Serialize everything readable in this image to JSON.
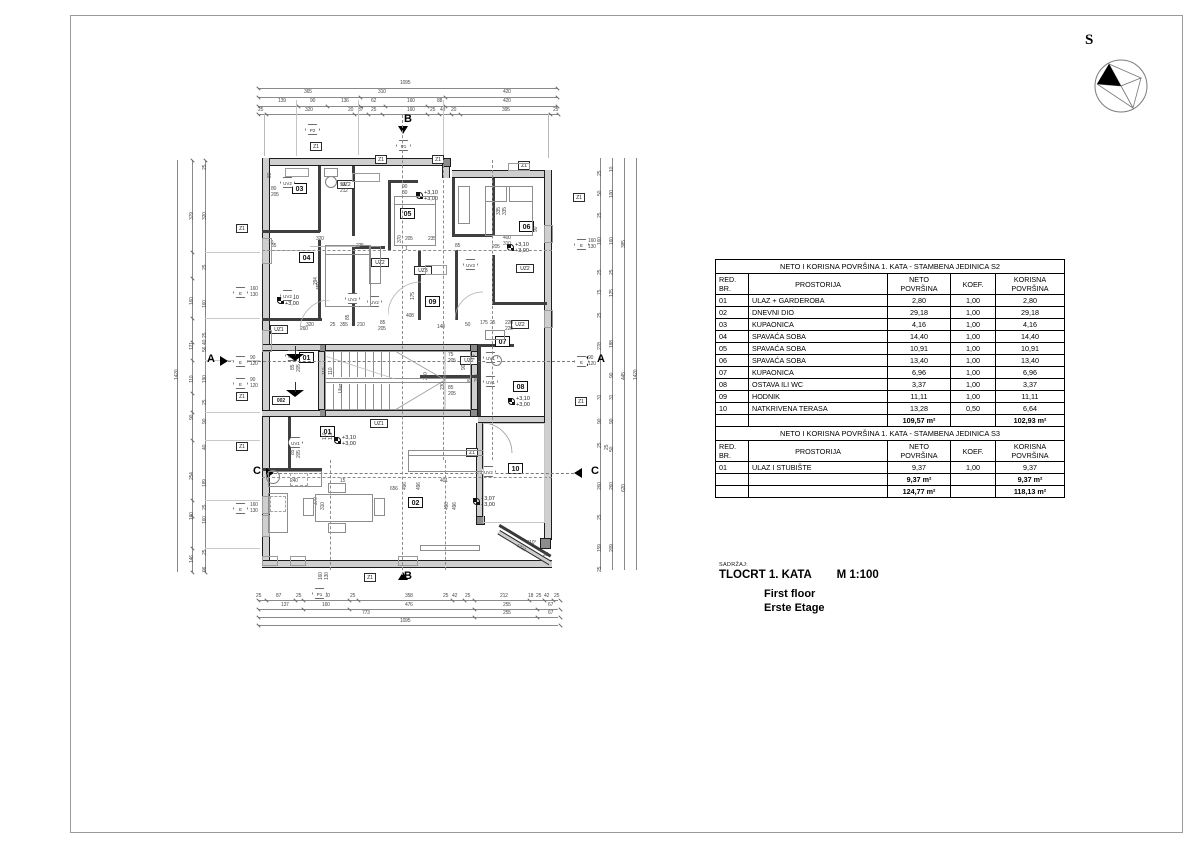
{
  "sheet": {
    "north_label": "S",
    "north_icon": "compass-rose-icon"
  },
  "title_block": {
    "sadrzaj_label": "SADRŽAJ:",
    "title": "TLOCRT 1. KATA",
    "scale": "M 1:100",
    "title_en": "First floor",
    "title_de": "Erste Etage"
  },
  "area_table": {
    "section_s2": {
      "banner": "NETO I KORISNA POVRŠINA 1. KATA - STAMBENA JEDINICA S2",
      "headers": {
        "no_line1": "RED.",
        "no_line2": "BR.",
        "room": "PROSTORIJA",
        "net_line1": "NETO",
        "net_line2": "POVRŠINA",
        "koef": "KOEF.",
        "useful_line1": "KORISNA",
        "useful_line2": "POVRŠINA"
      },
      "rows": [
        {
          "no": "01",
          "room": "ULAZ + GARDEROBA",
          "net": "2,80",
          "koef": "1,00",
          "useful": "2,80"
        },
        {
          "no": "02",
          "room": "DNEVNI DIO",
          "net": "29,18",
          "koef": "1,00",
          "useful": "29,18"
        },
        {
          "no": "03",
          "room": "KUPAONICA",
          "net": "4,16",
          "koef": "1,00",
          "useful": "4,16"
        },
        {
          "no": "04",
          "room": "SPAVAĆA SOBA",
          "net": "14,40",
          "koef": "1,00",
          "useful": "14,40"
        },
        {
          "no": "05",
          "room": "SPAVAĆA SOBA",
          "net": "10,91",
          "koef": "1,00",
          "useful": "10,91"
        },
        {
          "no": "06",
          "room": "SPAVAĆA SOBA",
          "net": "13,40",
          "koef": "1,00",
          "useful": "13,40"
        },
        {
          "no": "07",
          "room": "KUPAONICA",
          "net": "6,96",
          "koef": "1,00",
          "useful": "6,96"
        },
        {
          "no": "08",
          "room": "OSTAVA ILI WC",
          "net": "3,37",
          "koef": "1,00",
          "useful": "3,37"
        },
        {
          "no": "09",
          "room": "HODNIK",
          "net": "11,11",
          "koef": "1,00",
          "useful": "11,11"
        },
        {
          "no": "10",
          "room": "NATKRIVENA TERASA",
          "net": "13,28",
          "koef": "0,50",
          "useful": "6,64"
        }
      ],
      "total_net": "109,57 m²",
      "total_useful": "102,93 m²"
    },
    "section_s3": {
      "banner": "NETO I KORISNA POVRŠINA 1. KATA - STAMBENA JEDINICA S3",
      "headers": {
        "no_line1": "RED.",
        "no_line2": "BR.",
        "room": "PROSTORIJA",
        "net_line1": "NETO",
        "net_line2": "POVRŠINA",
        "koef": "KOEF.",
        "useful_line1": "KORISNA",
        "useful_line2": "POVRŠINA"
      },
      "rows": [
        {
          "no": "01",
          "room": "ULAZ I STUBIŠTE",
          "net": "9,37",
          "koef": "1,00",
          "useful": "9,37"
        }
      ],
      "total_net": "9,37 m²",
      "total_useful": "9,37 m²"
    },
    "grand_total_net": "124,77 m²",
    "grand_total_useful": "118,13 m²"
  },
  "plan": {
    "room_numbers": [
      "01",
      "01",
      "02",
      "03",
      "04",
      "05",
      "06",
      "07",
      "08",
      "09",
      "10"
    ],
    "elevations": [
      "+3,10",
      "+3,00",
      "+3,10",
      "+3,00",
      "+3,10",
      "+3,00",
      "+3,10",
      "+3,00",
      "+3,10",
      "+3,00",
      "+3,07",
      "+3,00"
    ],
    "section_markers": [
      "A",
      "A",
      "B",
      "B",
      "C",
      "C"
    ],
    "tags": [
      "Z1",
      "Z1",
      "Z1",
      "Z1",
      "Z1",
      "Z1",
      "Z1",
      "UZ1",
      "UZ1",
      "UZ2",
      "UZ2",
      "UZ2",
      "UZ2",
      "UZ3",
      "002",
      "P1",
      "P2",
      "P1",
      "UV1",
      "UV1",
      "UV2",
      "UV2",
      "UV3"
    ],
    "dim_top_row1": [
      "1095"
    ],
    "dim_top_row2": [
      "365",
      "310",
      "420"
    ],
    "dim_top_row3": [
      "139",
      "90",
      "136",
      "62",
      "160",
      "88",
      "420"
    ],
    "dim_top_row4": [
      "25",
      "320",
      "20",
      "37",
      "25",
      "160",
      "25",
      "43",
      "20",
      "395",
      "25"
    ],
    "dim_bottom_row1": [
      "25",
      "87",
      "25",
      "160",
      "25",
      "358",
      "25",
      "42",
      "25",
      "212",
      "18",
      "25",
      "42",
      "25"
    ],
    "dim_bottom_row2": [
      "137",
      "160",
      "476",
      "255",
      "67"
    ],
    "dim_bottom_row3": [
      "773",
      "255",
      "67"
    ],
    "dim_bottom_row4": [
      "1095"
    ],
    "dim_left_outer": [
      "1420"
    ],
    "dim_left_col1": [
      "379",
      "160",
      "121",
      "110",
      "90",
      "254",
      "160",
      "146"
    ],
    "dim_left_col2": [
      "320",
      "25",
      "160",
      "25",
      "40",
      "56",
      "25",
      "190",
      "25",
      "90",
      "40",
      "189",
      "25",
      "160",
      "25",
      "96",
      "25"
    ],
    "dim_right_outer": [
      "1420"
    ],
    "dim_right_col": [
      "10",
      "50",
      "100",
      "25",
      "160",
      "25",
      "75",
      "125",
      "25",
      "278",
      "188",
      "90",
      "445",
      "31",
      "90",
      "25",
      "25",
      "50",
      "260",
      "620",
      "25",
      "159",
      "209",
      "25",
      "385"
    ],
    "stair_label": "UZ1",
    "dim_interior": [
      "85",
      "320",
      "225",
      "85",
      "205",
      "294",
      "450",
      "175",
      "408",
      "148",
      "50",
      "220",
      "230",
      "110",
      "240",
      "15",
      "656",
      "496",
      "370",
      "310",
      "160",
      "130",
      "85",
      "260",
      "355",
      "210",
      "335",
      "400",
      "310",
      "205"
    ]
  }
}
